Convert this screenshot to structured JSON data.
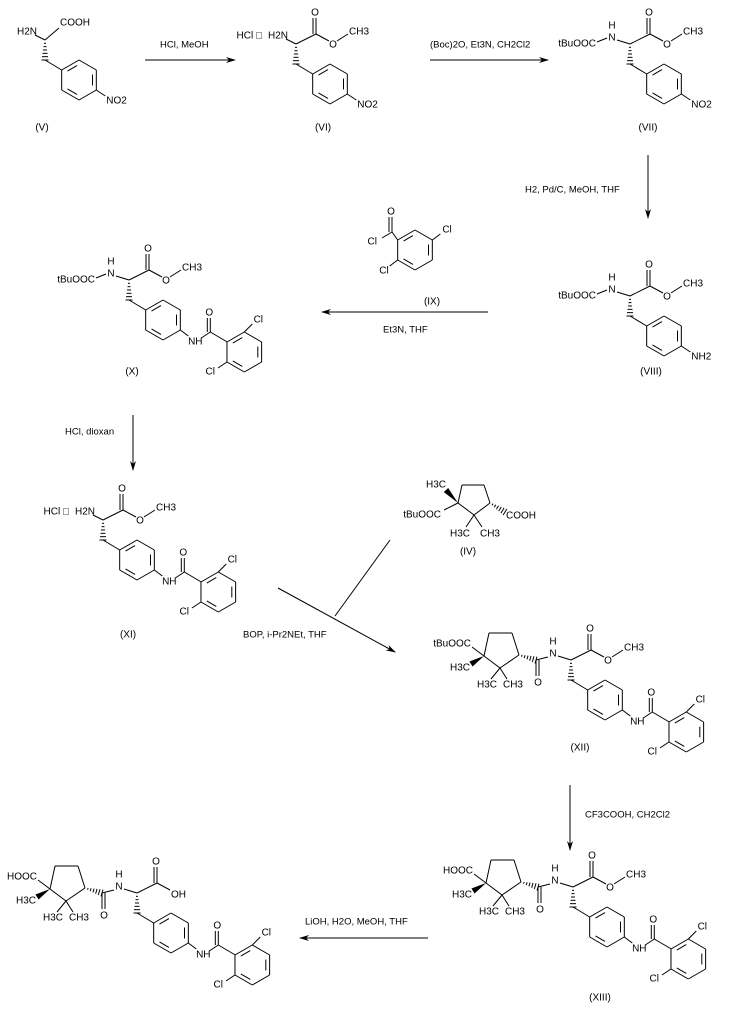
{
  "reagents": {
    "step1": "HCl, MeOH",
    "step2": "(Boc)2O, Et3N, CH2Cl2",
    "step3": "H2, Pd/C, MeOH, THF",
    "step4": "Et3N, THF",
    "step5": "HCl, dioxan",
    "step6": "BOP, i-Pr2NEt, THF",
    "step7": "CF3COOH, CH2Cl2",
    "step8": "LiOH, H2O, MeOH, THF"
  },
  "compounds": {
    "V": {
      "label": "(V)",
      "amine": "H2N",
      "acid": "COOH",
      "para": "NO2"
    },
    "VI": {
      "label": "(VI)",
      "salt": "HCl □",
      "amine": "H2N",
      "o_carbonyl": "O",
      "o_ester": "O",
      "methyl": "CH3",
      "para": "NO2"
    },
    "VII": {
      "label": "(VII)",
      "boc": "tBuOOC",
      "nh_h": "H",
      "nh_n": "N",
      "o_carbonyl": "O",
      "o_ester": "O",
      "methyl": "CH3",
      "para": "NO2"
    },
    "VIII": {
      "label": "(VIII)",
      "boc": "tBuOOC",
      "nh_h": "H",
      "nh_n": "N",
      "o_carbonyl": "O",
      "o_ester": "O",
      "methyl": "CH3",
      "para": "NH2"
    },
    "IX": {
      "label": "(IX)",
      "cl_acyl": "Cl",
      "o": "O",
      "cl1": "Cl",
      "cl2": "Cl"
    },
    "X": {
      "label": "(X)",
      "boc": "tBuOOC",
      "nh_h": "H",
      "nh_n": "N",
      "o_carbonyl": "O",
      "o_ester": "O",
      "methyl": "CH3",
      "amide_nh": "NH",
      "amide_o": "O",
      "cl1": "Cl",
      "cl2": "Cl"
    },
    "XI": {
      "label": "(XI)",
      "salt": "HCl □",
      "amine": "H2N",
      "o_carbonyl": "O",
      "o_ester": "O",
      "methyl": "CH3",
      "amide_nh": "NH",
      "amide_o": "O",
      "cl1": "Cl",
      "cl2": "Cl"
    },
    "IV": {
      "label": "(IV)",
      "methyl_wedge": "H3C",
      "ester": "tBuOOC",
      "acid": "COOH",
      "gem_me1": "H3C",
      "gem_me2": "CH3"
    },
    "XII": {
      "label": "(XII)",
      "ring_ester": "tBuOOC",
      "methyl_wedge": "H3C",
      "gem_me1": "H3C",
      "gem_me2": "CH3",
      "acyl_o": "O",
      "nh_h": "H",
      "nh_n": "N",
      "o_carbonyl": "O",
      "o_ester": "O",
      "methyl": "CH3",
      "amide_nh": "NH",
      "amide_o": "O",
      "cl1": "Cl",
      "cl2": "Cl"
    },
    "XIII": {
      "label": "(XIII)",
      "ring_ester": "HOOC",
      "methyl_wedge": "H3C",
      "gem_me1": "H3C",
      "gem_me2": "CH3",
      "acyl_o": "O",
      "nh_h": "H",
      "nh_n": "N",
      "o_carbonyl": "O",
      "o_ester": "O",
      "methyl": "CH3",
      "amide_nh": "NH",
      "amide_o": "O",
      "cl1": "Cl",
      "cl2": "Cl"
    },
    "final": {
      "ring_ester": "HOOC",
      "methyl_wedge": "H3C",
      "gem_me1": "H3C",
      "gem_me2": "CH3",
      "acyl_o": "O",
      "nh_h": "H",
      "nh_n": "N",
      "o_carbonyl": "O",
      "hydroxyl": "OH",
      "amide_nh": "NH",
      "amide_o": "O",
      "cl1": "Cl",
      "cl2": "Cl"
    }
  }
}
